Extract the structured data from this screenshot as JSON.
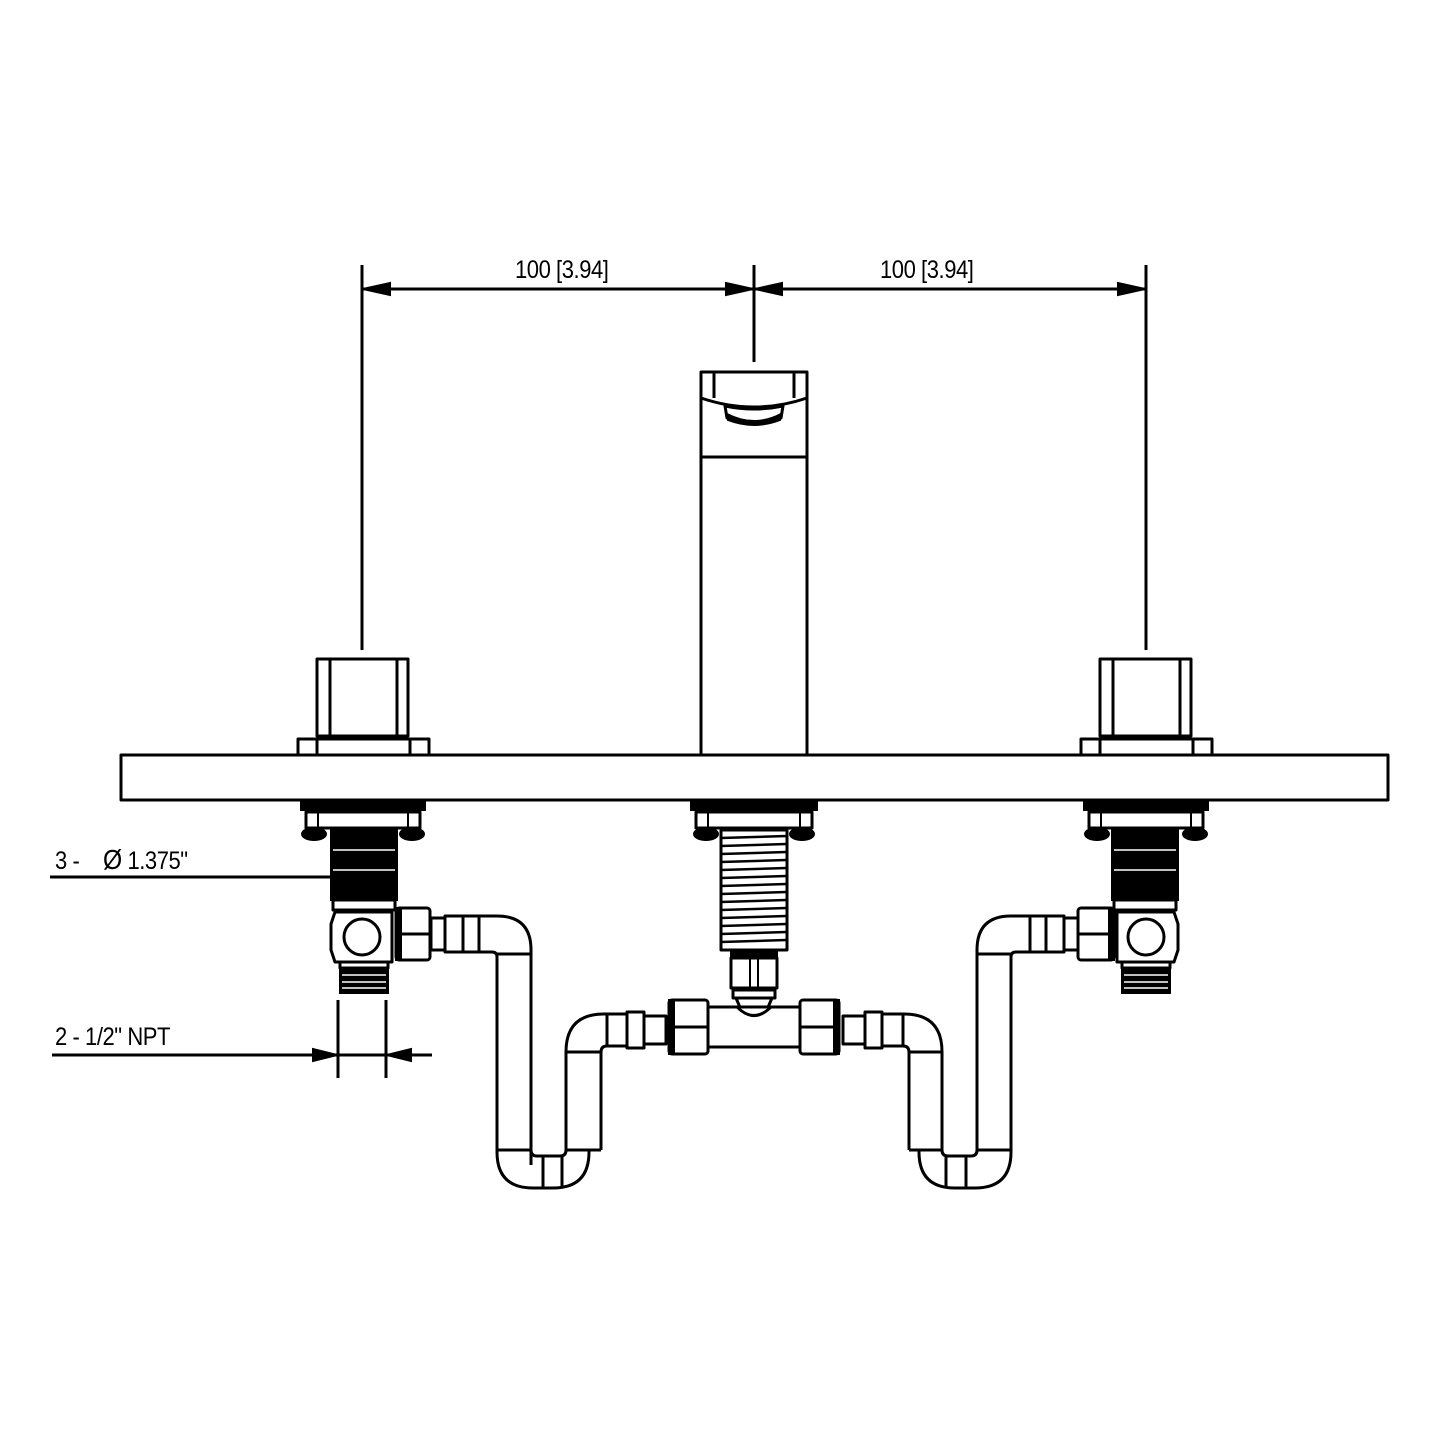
{
  "diagram": {
    "type": "technical-drawing",
    "subject": "widespread three-hole faucet with underdeck plumbing (front elevation)",
    "colors": {
      "line": "#000000",
      "background": "#ffffff"
    },
    "dimensions": {
      "left_spacing": "100 [3.94]",
      "right_spacing": "100 [3.94]",
      "hole_diameter": "3 -  Ø1.375\"",
      "hole_diameter_count": "3 -",
      "hole_diameter_symbol": "Ø",
      "hole_diameter_value": "1.375\"",
      "inlet_thread": "2 - 1/2\" NPT"
    },
    "components": [
      "deck-plate",
      "spout",
      "left-handle",
      "right-handle",
      "left-valve-shank",
      "center-spout-shank",
      "right-valve-shank",
      "left-angle-inlet",
      "right-angle-inlet",
      "left-s-pipe",
      "right-s-pipe",
      "tee-connector"
    ]
  }
}
